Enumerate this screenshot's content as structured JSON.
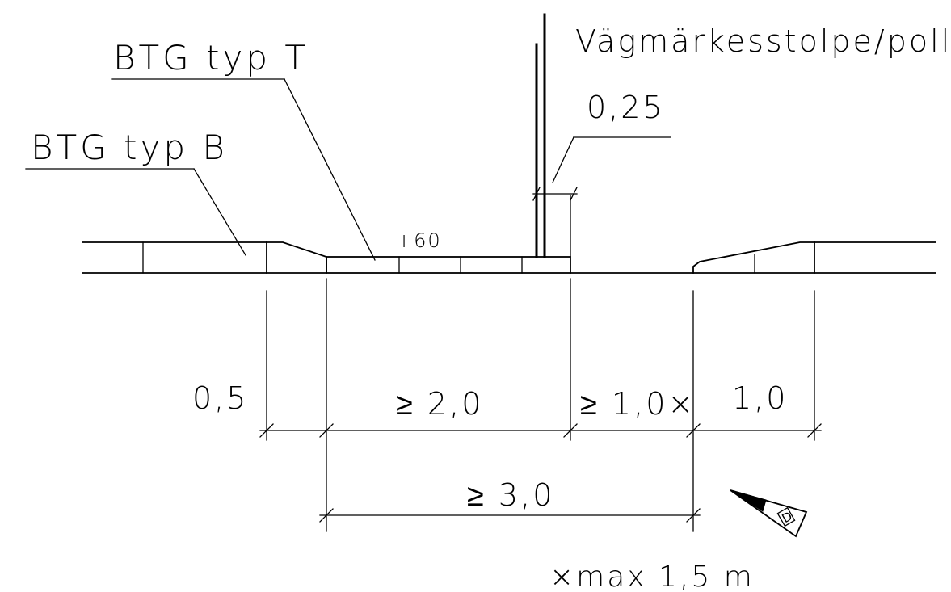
{
  "labels": {
    "btg_typ_t": "BTG typ T",
    "btg_typ_b": "BTG typ B",
    "post": "Vägmärkesstolpe/pollare",
    "post_offset": "0,25",
    "plus_60": "+60",
    "footnote": "×max 1,5 m"
  },
  "dimensions": {
    "d1": "0,5",
    "d2": "≥ 2,0",
    "d3": "≥ 1,0×",
    "d4": "1,0",
    "total": "≥ 3,0"
  },
  "marker": {
    "letter": "D"
  }
}
